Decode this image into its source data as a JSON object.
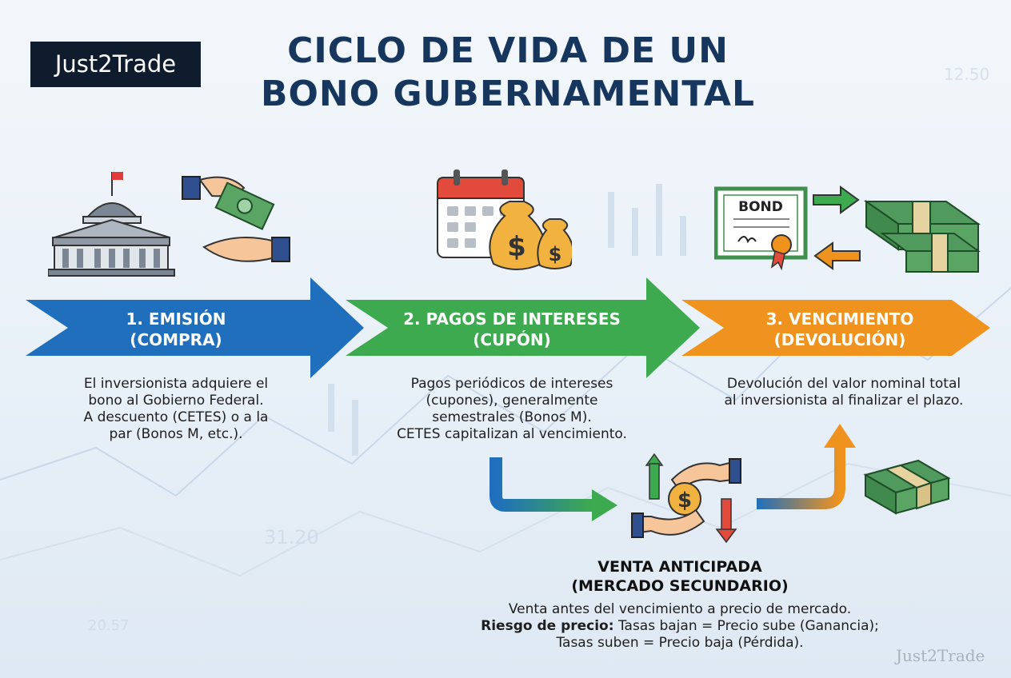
{
  "brand": {
    "logo_text": "Just2Trade",
    "watermark_text": "Just2Trade"
  },
  "title": {
    "line1": "CICLO DE VIDA DE UN",
    "line2": "BONO GUBERNAMENTAL"
  },
  "steps": [
    {
      "line1": "1. EMISIÓN",
      "line2": "(COMPRA)",
      "color": "#1f6fbd",
      "desc": [
        "El inversionista adquiere el",
        "bono al Gobierno Federal.",
        "A descuento (CETES) o a la",
        "par (Bonos M, etc.)."
      ]
    },
    {
      "line1": "2. PAGOS DE INTERESES",
      "line2": "(CUPÓN)",
      "color": "#3daa4f",
      "desc": [
        "Pagos periódicos de intereses",
        "(cupones), generalmente",
        "semestrales (Bonos M).",
        "CETES capitalizan al vencimiento."
      ]
    },
    {
      "line1": "3. VENCIMIENTO",
      "line2": "(DEVOLUCIÓN)",
      "color": "#f0931e",
      "desc": [
        "Devolución del valor nominal total",
        "al inversionista al finalizar el plazo."
      ]
    }
  ],
  "venta": {
    "title1": "VENTA ANTICIPADA",
    "title2": "(MERCADO SECUNDARIO)",
    "line1": "Venta antes del vencimiento a precio de mercado.",
    "risk_label": "Riesgo de precio:",
    "risk_text": " Tasas bajan = Precio sube (Ganancia);",
    "line3": "Tasas suben = Precio baja (Pérdida)."
  },
  "icons": {
    "bond_label": "BOND"
  },
  "bg_numbers": [
    "12.50",
    "31.20",
    "20.57"
  ],
  "colors": {
    "title": "#16365e",
    "blue": "#1f6fbd",
    "green": "#3daa4f",
    "orange": "#f0931e",
    "money": "#3f8f4e"
  }
}
